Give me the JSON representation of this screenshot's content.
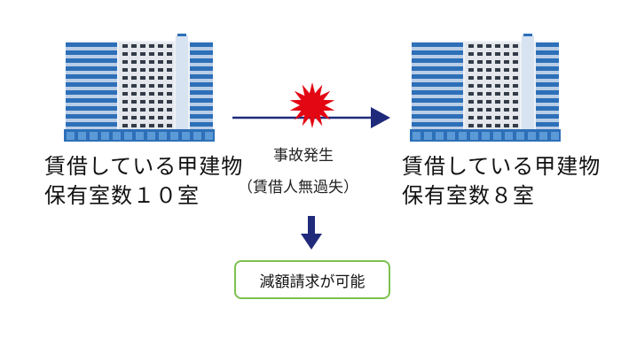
{
  "before": {
    "line1": "賃借している甲建物",
    "line2": "保有室数１０室"
  },
  "after": {
    "line1": "賃借している甲建物",
    "line2": "保有室数８室"
  },
  "event": {
    "title": "事故発生",
    "note": "（賃借人無過失）"
  },
  "result": {
    "label": "減額請求が可能"
  },
  "colors": {
    "arrow": "#1f2a7a",
    "burst": "#e30613",
    "result_border": "#7cc14e",
    "building_blue": "#2d6fb8",
    "building_light": "#b9cde6"
  }
}
